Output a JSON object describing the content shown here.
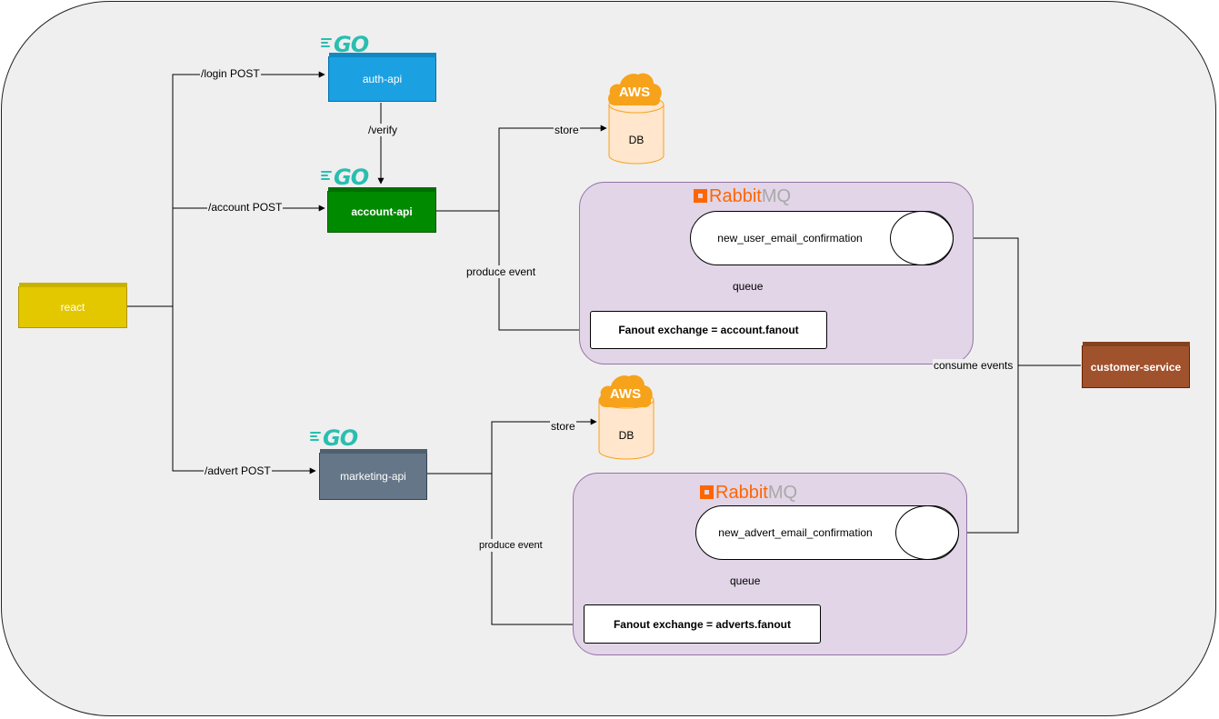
{
  "services": {
    "react": "react",
    "auth_api": "auth-api",
    "account_api": "account-api",
    "marketing_api": "marketing-api",
    "customer_service": "customer-service"
  },
  "edges": {
    "login": "/login POST",
    "account": "/account POST",
    "advert": "/advert POST",
    "verify": "/verify",
    "store_top": "store",
    "store_bottom": "store",
    "produce_top": "produce event",
    "produce_bottom": "produce event",
    "queue_top": "queue",
    "queue_bottom": "queue",
    "consume": "consume events"
  },
  "databases": {
    "top": {
      "badge": "AWS",
      "label": "DB"
    },
    "bottom": {
      "badge": "AWS",
      "label": "DB"
    }
  },
  "brokers": {
    "top": {
      "brand": "Rabbit",
      "brand_suffix": "MQ",
      "queue": "new_user_email_confirmation",
      "exchange": "Fanout exchange = account.fanout"
    },
    "bottom": {
      "brand": "Rabbit",
      "brand_suffix": "MQ",
      "queue": "new_advert_email_confirmation",
      "exchange": "Fanout exchange = adverts.fanout"
    }
  },
  "go_logos": [
    "GO",
    "GO",
    "GO"
  ],
  "colors": {
    "auth": "#1ba1e2",
    "account": "#008a00",
    "marketing": "#647687",
    "react": "#e3c800",
    "customer": "#a0522d",
    "aws": "#f7a21b",
    "rabbit": "#ff6600"
  }
}
